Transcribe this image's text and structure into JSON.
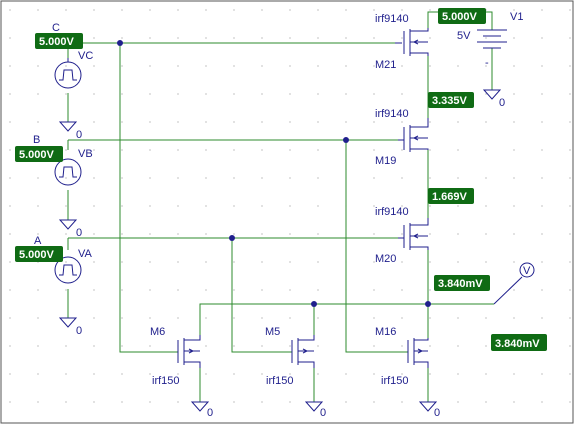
{
  "sources": {
    "vc": {
      "net": "C",
      "name": "VC",
      "gnd": "0"
    },
    "vb": {
      "net": "B",
      "name": "VB",
      "gnd": "0"
    },
    "va": {
      "net": "A",
      "name": "VA",
      "gnd": "0"
    },
    "v1": {
      "name": "V1",
      "value": "5V",
      "gnd": "0"
    }
  },
  "pmos": [
    {
      "model": "irf9140",
      "name": "M21"
    },
    {
      "model": "irf9140",
      "name": "M19"
    },
    {
      "model": "irf9140",
      "name": "M20"
    }
  ],
  "nmos": [
    {
      "model": "irf150",
      "name": "M6",
      "gnd": "0"
    },
    {
      "model": "irf150",
      "name": "M5",
      "gnd": "0"
    },
    {
      "model": "irf150",
      "name": "M16",
      "gnd": "0"
    }
  ],
  "voltage_labels": {
    "c": "5.000V",
    "b": "5.000V",
    "a": "5.000V",
    "vdd": "5.000V",
    "n1": "3.335V",
    "n2": "1.669V",
    "out": "3.840mV",
    "probe": "3.840mV"
  },
  "probe": {
    "symbol": "V"
  },
  "colors": {
    "wire": "#2e8b2e",
    "device": "#1f1f8c",
    "voltage_label_bg": "#0f6b14"
  }
}
